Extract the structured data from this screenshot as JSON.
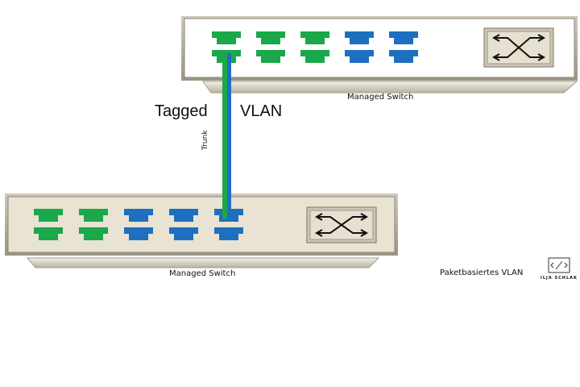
{
  "diagram": {
    "title_left": "Tagged",
    "title_right": "VLAN",
    "trunk_label": "Trunk",
    "caption": "Paketbasiertes VLAN",
    "logo_text": "ILJA SCHLAK",
    "colors": {
      "vlan_green": "#1aa84a",
      "vlan_blue": "#1f6fc0",
      "switch_face": "#ffffff",
      "switch_face_bottom": "#e8e3d3",
      "switch_frame": "#b3ac9a"
    },
    "switches": [
      {
        "id": "top",
        "label": "Managed Switch",
        "icon": "crossed-arrows-switch-icon",
        "port_columns": [
          "green",
          "green",
          "green",
          "blue",
          "blue"
        ],
        "trunk_port": "column-1-bottom"
      },
      {
        "id": "bottom",
        "label": "Managed Switch",
        "icon": "crossed-arrows-switch-icon",
        "port_columns": [
          "green",
          "green",
          "blue",
          "blue",
          "blue"
        ],
        "trunk_port": "column-5-top"
      }
    ]
  }
}
